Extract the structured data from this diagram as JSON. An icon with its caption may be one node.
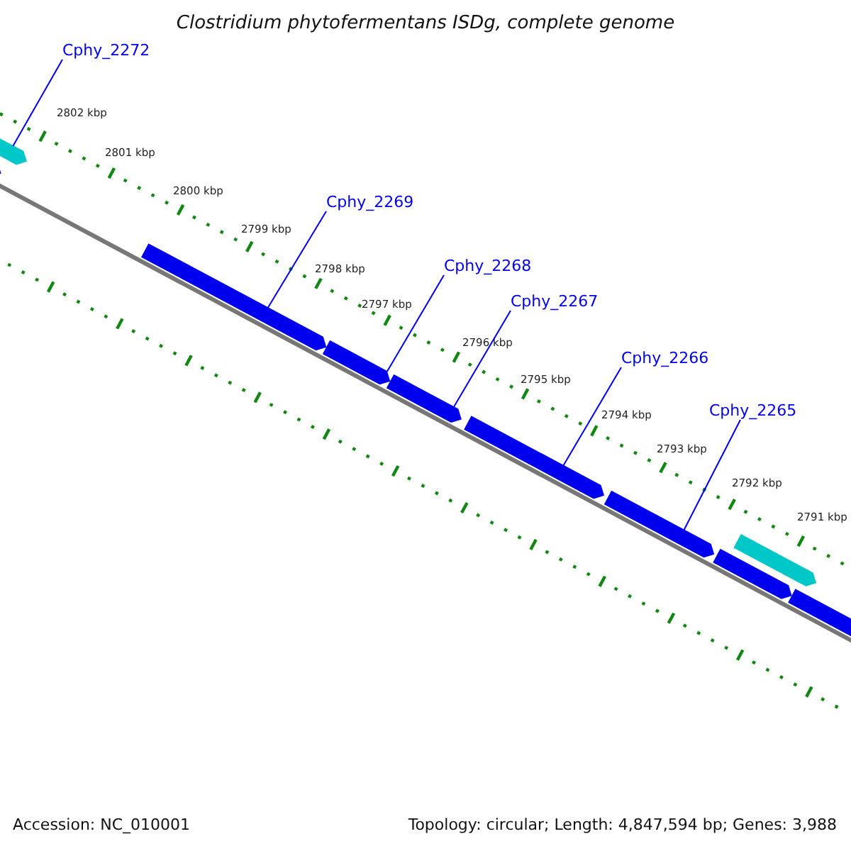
{
  "diagram": {
    "title": "Clostridium phytofermentans ISDg, complete genome",
    "nodes": [
      {
        "text": [
          "Cphy_2272"
        ]
      },
      {
        "text": [
          "Cphy_2269"
        ]
      },
      {
        "text": [
          "Cphy_2268"
        ]
      },
      {
        "text": [
          "Cphy_2267"
        ]
      },
      {
        "text": [
          "Cphy_2266"
        ]
      },
      {
        "text": [
          "Cphy_2265"
        ]
      }
    ],
    "edges": [
      {
        "from": 0,
        "to": null,
        "arrow": "none"
      },
      {
        "from": 1,
        "to": null,
        "arrow": "none"
      },
      {
        "from": 2,
        "to": null,
        "arrow": "none"
      },
      {
        "from": 3,
        "to": null,
        "arrow": "none"
      },
      {
        "from": 4,
        "to": null,
        "arrow": "none"
      },
      {
        "from": 5,
        "to": null,
        "arrow": "none"
      }
    ],
    "labels": [
      "2802 kbp",
      "2801 kbp",
      "2800 kbp",
      "2799 kbp",
      "2798 kbp",
      "2797 kbp",
      "2796 kbp",
      "2795 kbp",
      "2794 kbp",
      "2793 kbp",
      "2792 kbp",
      "2791 kbp",
      "Accession: NC_010001",
      "Topology: circular; Length: 4,847,594 bp; Genes: 3,988"
    ]
  }
}
